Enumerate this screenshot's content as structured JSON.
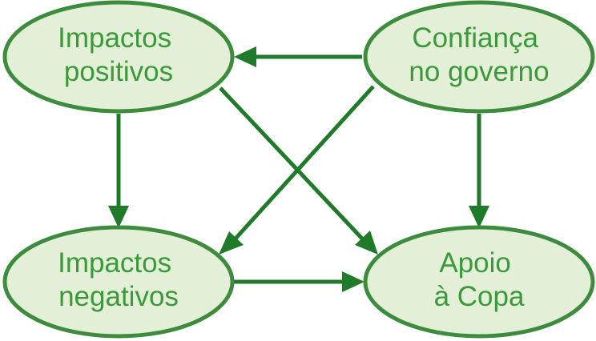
{
  "colors": {
    "node_fill": "#e4efd8",
    "node_border": "#3d8b3d",
    "label_text": "#3a9a3a",
    "arrow": "#1f7a2a",
    "background": "#ffffff"
  },
  "nodes": {
    "impactos_positivos": {
      "line1": "Impactos",
      "line2": "positivos"
    },
    "confianca_governo": {
      "line1": "Confiança",
      "line2": "no governo"
    },
    "impactos_negativos": {
      "line1": "Impactos",
      "line2": "negativos"
    },
    "apoio_copa": {
      "line1": "Apoio",
      "line2": "à Copa"
    }
  },
  "edges": [
    {
      "from": "confianca_governo",
      "to": "impactos_positivos"
    },
    {
      "from": "impactos_positivos",
      "to": "impactos_negativos"
    },
    {
      "from": "impactos_positivos",
      "to": "apoio_copa"
    },
    {
      "from": "confianca_governo",
      "to": "impactos_negativos"
    },
    {
      "from": "confianca_governo",
      "to": "apoio_copa"
    },
    {
      "from": "impactos_negativos",
      "to": "apoio_copa"
    }
  ]
}
